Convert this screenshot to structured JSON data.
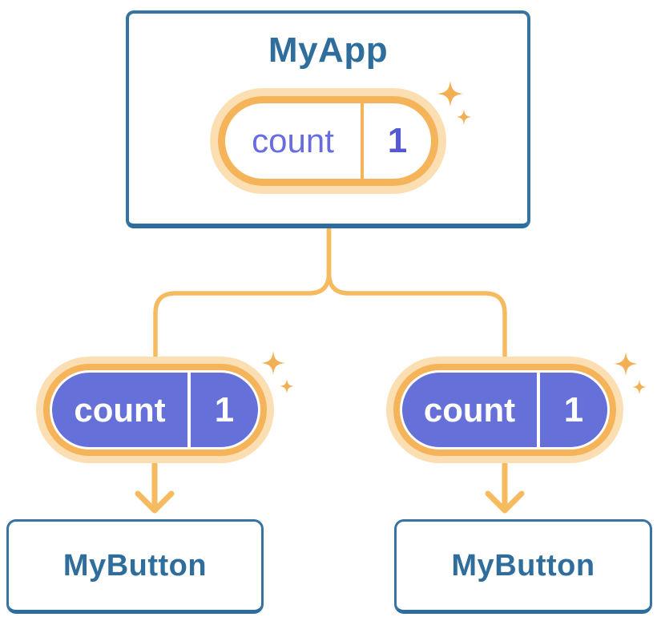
{
  "colors": {
    "background": "#ffffff",
    "card_border": "#3573A3",
    "card_border_bottom": "#2C6D9F",
    "card_text": "#2E6D9C",
    "orange_line": "#F6BA5F",
    "orange_ring": "#F5B45A",
    "orange_halo": "#FBDFB3",
    "sparkle": "#F2AF53",
    "purple_fill": "#6571D8",
    "purple_label": "#686CE0",
    "purple_value": "#5559D2",
    "pill_text_on_purple": "#FFFFFF"
  },
  "icons": {
    "sparkle": "✦",
    "arrow_down": "↓"
  },
  "nodes": {
    "root": {
      "title": "MyApp",
      "state": {
        "label": "count",
        "value": "1"
      }
    },
    "left_child": {
      "title": "MyButton",
      "prop": {
        "label": "count",
        "value": "1"
      }
    },
    "right_child": {
      "title": "MyButton",
      "prop": {
        "label": "count",
        "value": "1"
      }
    }
  }
}
